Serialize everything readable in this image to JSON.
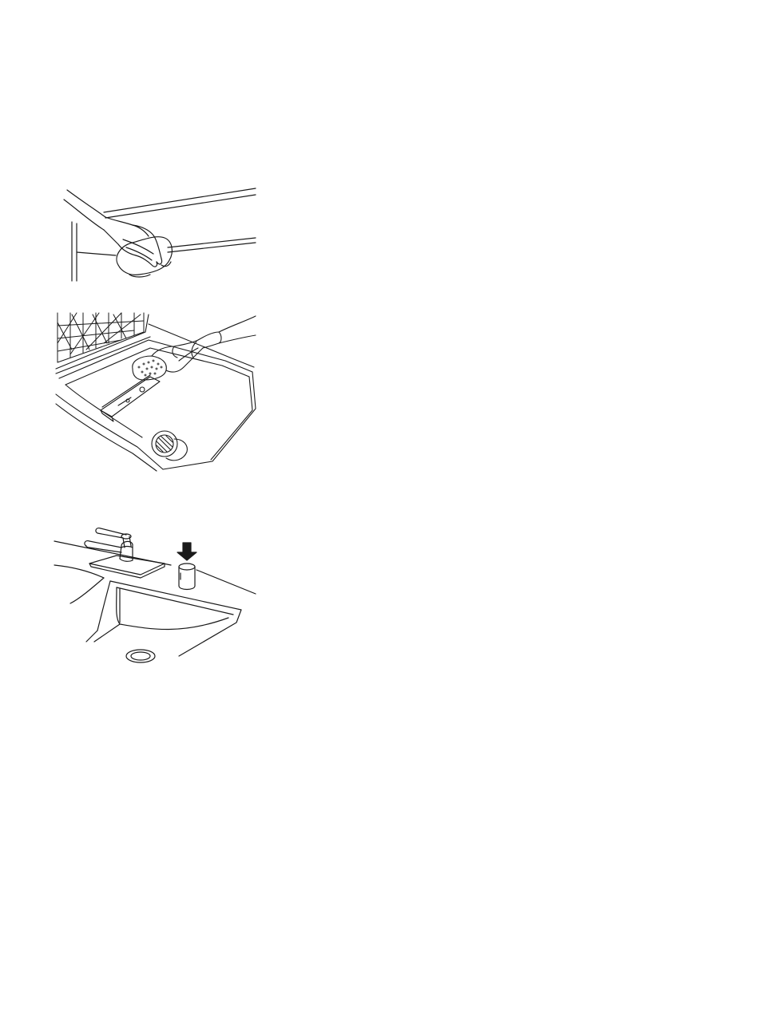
{
  "page": {
    "background": "#ffffff",
    "line_color": "#1a1a1a"
  },
  "illustrations": [
    {
      "id": "wipe-door-edge",
      "icon": "hand-wiping-cloth-icon"
    },
    {
      "id": "clean-tub-interior",
      "icon": "gloved-hand-sponge-tub-icon"
    },
    {
      "id": "sink-vent-cap",
      "icon": "faucet-sink-air-gap-icon"
    }
  ]
}
